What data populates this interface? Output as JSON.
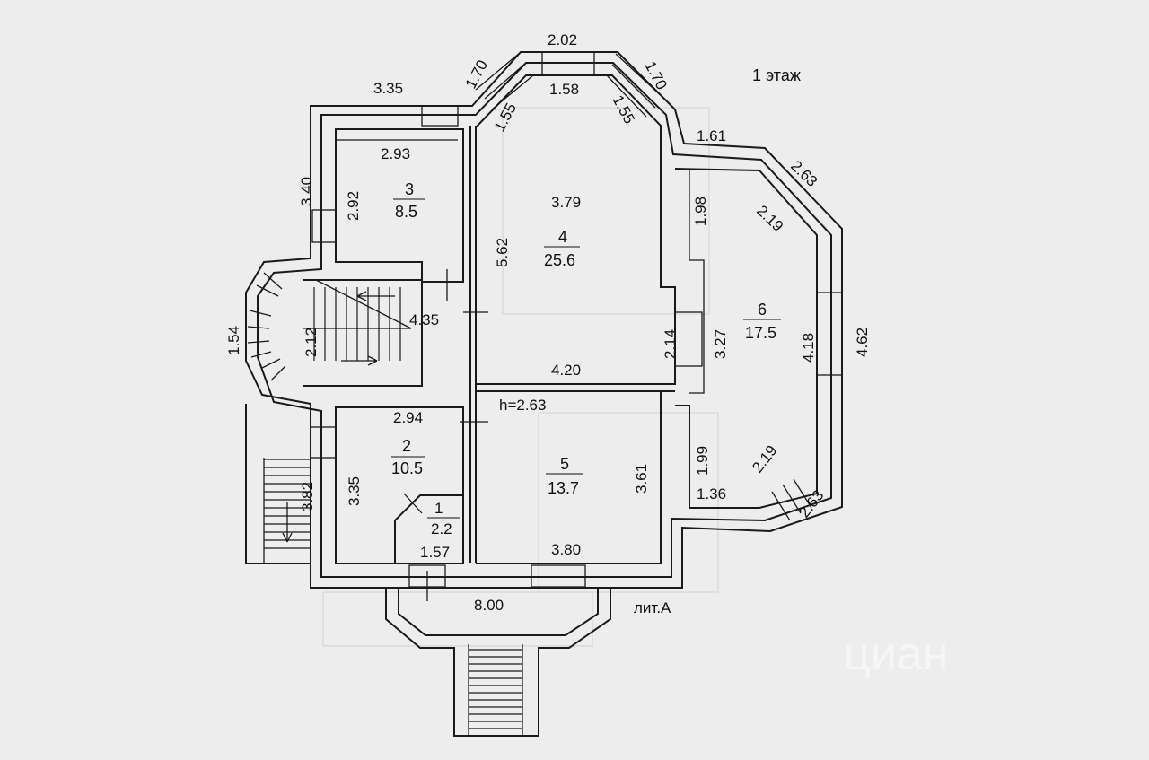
{
  "title": "1 этаж",
  "plan_label": "лит.А",
  "height_label": "h=2.63",
  "watermark": "циан",
  "rooms": [
    {
      "number": "1",
      "area": "2.2"
    },
    {
      "number": "2",
      "area": "10.5"
    },
    {
      "number": "3",
      "area": "8.5"
    },
    {
      "number": "4",
      "area": "25.6"
    },
    {
      "number": "5",
      "area": "13.7"
    },
    {
      "number": "6",
      "area": "17.5"
    }
  ],
  "dimensions": {
    "top_bay_width": "2.02",
    "top_bay_inner": "1.58",
    "bay_left_diag_outer": "1.70",
    "bay_left_diag_inner": "1.55",
    "bay_right_diag_outer": "1.70",
    "bay_right_diag_inner": "1.55",
    "top_left_wall": "3.35",
    "room3_width": "2.93",
    "room3_height": "2.92",
    "left_wall_upper": "3.40",
    "room4_width": "3.79",
    "room4_height": "5.62",
    "stair_width": "4.35",
    "stair_height": "2.12",
    "left_bay": "1.54",
    "right_upper_wall": "1.61",
    "right_bay_diag_top_outer": "2.63",
    "right_bay_diag_top_inner": "2.19",
    "right_wall_upper": "1.98",
    "right_recess": "2.14",
    "room6_height": "3.27",
    "room6_bay_inner": "4.18",
    "room6_bay_outer": "4.62",
    "room4_bottom": "4.20",
    "room2_width": "2.94",
    "room2_height": "3.35",
    "ext_stair": "3.82",
    "room5_height": "3.61",
    "right_wall_lower": "1.99",
    "right_bay_diag_bottom_inner": "2.19",
    "right_bay_diag_bottom_outer": "2.63",
    "right_lower_wall": "1.36",
    "room5_width": "3.80",
    "entry_width": "1.57",
    "total_width": "8.00"
  }
}
